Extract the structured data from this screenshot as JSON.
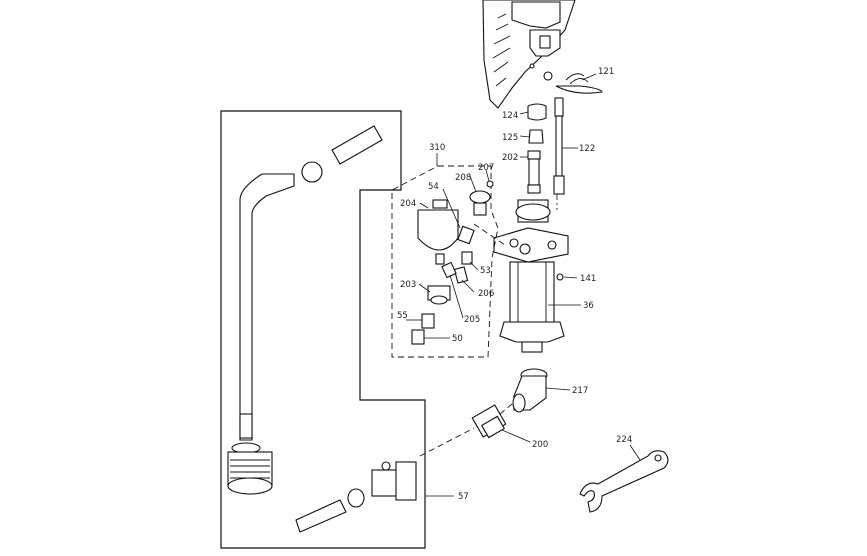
{
  "callouts": {
    "c121": "121",
    "c124": "124",
    "c125": "125",
    "c122": "122",
    "c202": "202",
    "c310": "310",
    "c207": "207",
    "c208": "208",
    "c54": "54",
    "c204": "204",
    "c53": "53",
    "c141": "141",
    "c206": "206",
    "c203": "203",
    "c36": "36",
    "c205": "205",
    "c55": "55",
    "c50": "50",
    "c217": "217",
    "c200": "200",
    "c224": "224",
    "c57": "57"
  }
}
